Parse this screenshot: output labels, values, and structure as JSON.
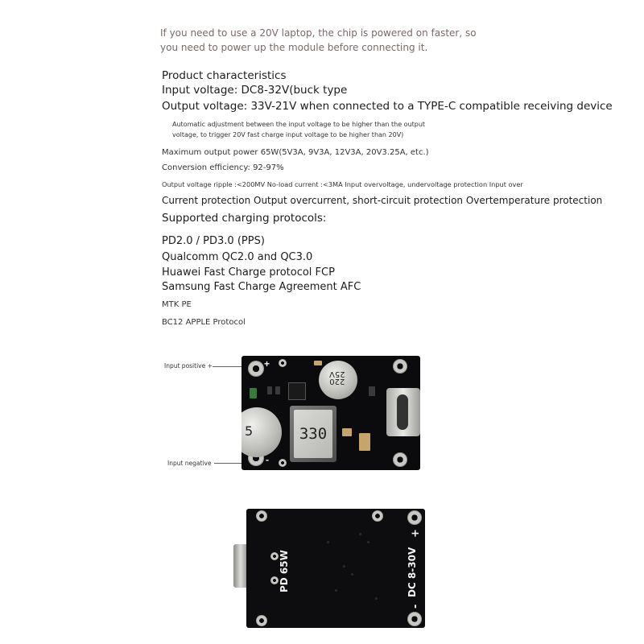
{
  "notes": [
    "If you need to use a 20V laptop, the chip is powered on faster, so",
    "you need to power up the module before connecting it."
  ],
  "specs": {
    "heading": "Product characteristics",
    "input_voltage": "Input voltage: DC8-32V(buck type",
    "output_voltage": "Output voltage: 33V-21V when connected to a TYPE-C compatible receiving device",
    "auto_adjust_1": "Automatic adjustment between the input voltage to be higher than the output",
    "auto_adjust_2": "voltage, to trigger 20V fast charge input voltage to be higher than 20V)",
    "max_power": "Maximum output power 65W(5V3A, 9V3A, 12V3A, 20V3.25A, etc.)",
    "efficiency": "Conversion efficiency: 92-97%",
    "ripple": "Output voltage ripple :<200MV No-load current :<3MA Input overvoltage, undervoltage protection Input over",
    "protection": "Current protection Output overcurrent, short-circuit protection Overtemperature protection",
    "protocols_heading": "Supported charging protocols:"
  },
  "protocols": [
    "PD2.0 / PD3.0 (PPS)",
    "Qualcomm QC2.0 and QC3.0",
    "Huawei Fast Charge protocol FCP",
    "Samsung Fast Charge Agreement AFC",
    "MTK PE",
    "BC12 APPLE Protocol"
  ],
  "board_top": {
    "label_positive": "Input positive +",
    "label_negative": "Input negative",
    "inductor_marking": "330",
    "cap_large_marking_1": "220",
    "cap_large_marking_2": "25V",
    "cap_small_marking": "5",
    "plus_sign": "+",
    "minus_sign": "-"
  },
  "board_bottom": {
    "power_marking": "PD 65W",
    "input_marking": "DC 8-30V",
    "plus_sign": "+",
    "minus_sign": "-"
  },
  "colors": {
    "note_text": "#7a6a6a",
    "pcb": "#0b0b0d",
    "arrow": "#cc3333"
  }
}
